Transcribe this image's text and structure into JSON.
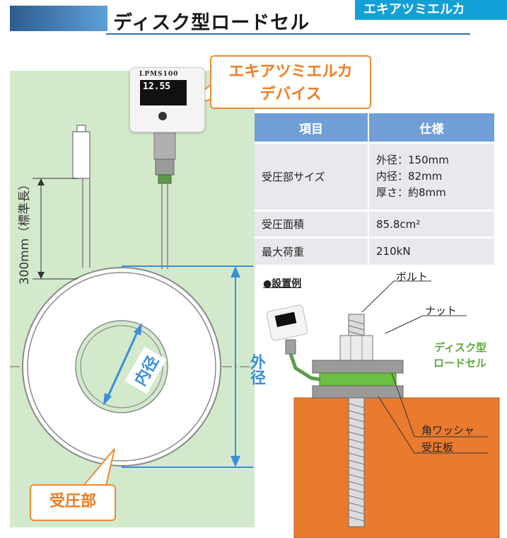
{
  "header": {
    "title": "ディスク型ロードセル",
    "tag": "エキアツミエルカ"
  },
  "callout": {
    "line1": "エキアツミエルカ",
    "line2": "デバイス"
  },
  "device": {
    "brand": "LPMS100",
    "reading": "12.55"
  },
  "spec_table": {
    "headers": [
      "項目",
      "仕様"
    ],
    "rows": [
      {
        "item": "受圧部サイズ",
        "spec": [
          "外径：150mm",
          "内径：82mm",
          "厚さ：約8mm"
        ]
      },
      {
        "item": "受圧面積",
        "spec": [
          "85.8cm²"
        ]
      },
      {
        "item": "最大荷重",
        "spec": [
          "210kN"
        ]
      }
    ]
  },
  "diagram": {
    "length_label": "300mm（標準長）",
    "outer_label": "外径",
    "inner_label": "内径",
    "pressure_label": "受圧部"
  },
  "setup": {
    "title": "●設置例",
    "bolt": "ボルト",
    "nut": "ナット",
    "disk_cell_line1": "ディスク型",
    "disk_cell_line2": "ロードセル",
    "washer": "角ワッシャ",
    "pressure_plate": "受圧板"
  },
  "colors": {
    "accent_blue": "#3a8fd8",
    "orange": "#ef7d22",
    "green_panel": "#d3e9cc",
    "base_orange": "#e97a2e",
    "cell_green": "#6cbf45"
  }
}
